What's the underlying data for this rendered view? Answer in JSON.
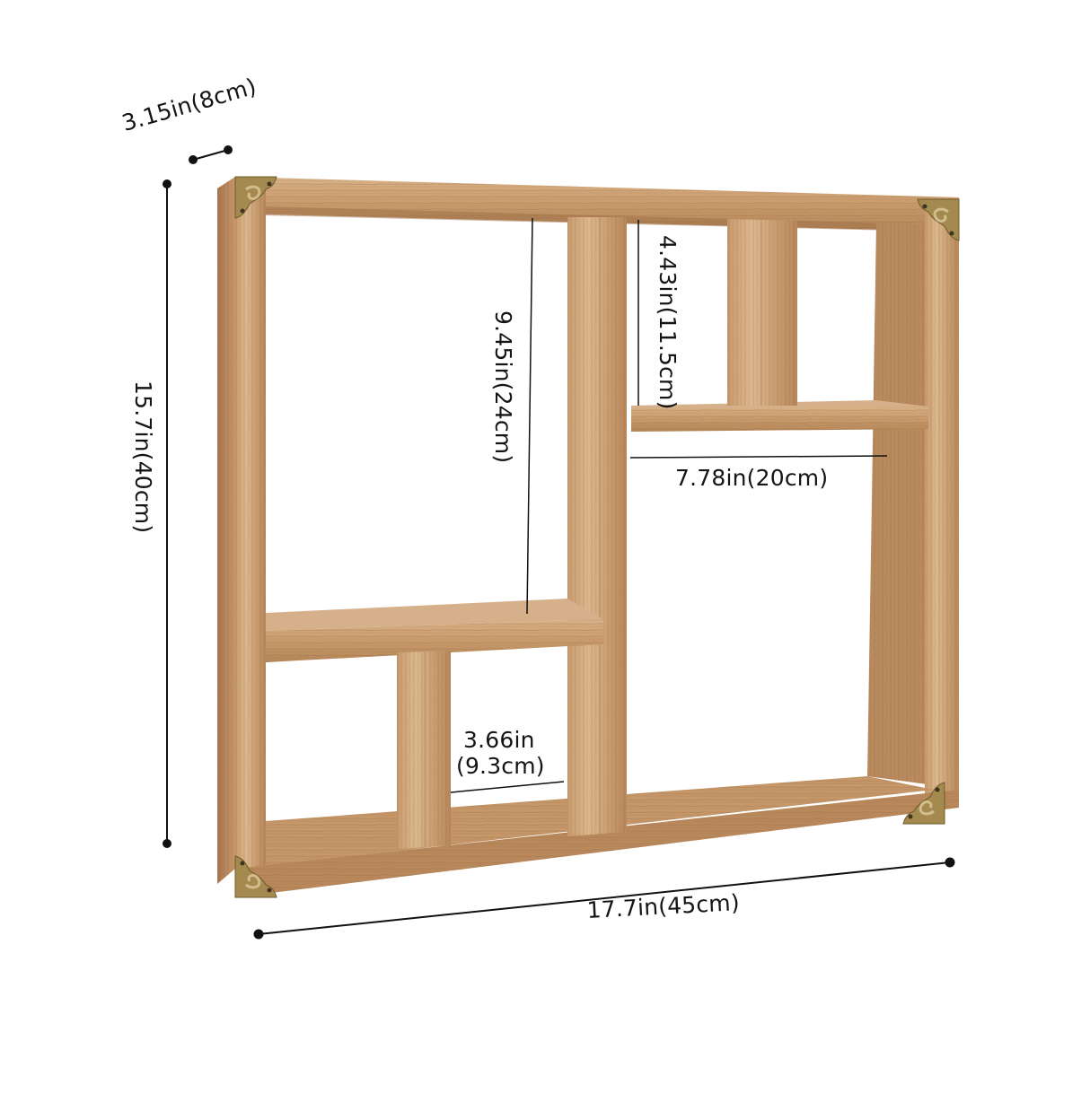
{
  "product": "Wall-mounted wooden shadow box shelf with decorative brass corner brackets",
  "colors": {
    "background": "#ffffff",
    "wood_light": "#d9b48a",
    "wood_mid": "#c39365",
    "wood_dark": "#9b6b43",
    "wood_shadow": "#7e5334",
    "brass": "#a58a4e",
    "brass_dark": "#6f5a2c",
    "dimension_line": "#111111"
  },
  "dimensions": {
    "depth": {
      "label": "3.15in(8cm)"
    },
    "overall_height": {
      "label": "15.7in(40cm)"
    },
    "overall_width": {
      "label": "17.7in(45cm)"
    },
    "left_upper_compartment_height": {
      "label": "9.45in(24cm)"
    },
    "right_upper_compartment_height": {
      "label": "4.43in(11.5cm)"
    },
    "right_shelf_width": {
      "label": "7.78in(20cm)"
    },
    "bottom_compartment_width": {
      "label_line1": "3.66in",
      "label_line2": "(9.3cm)"
    }
  }
}
